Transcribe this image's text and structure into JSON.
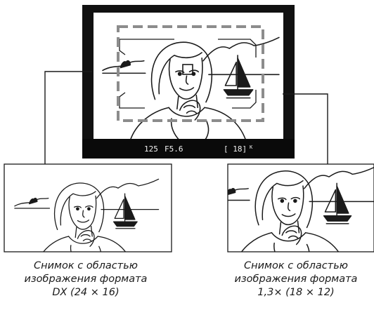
{
  "viewfinder": {
    "readout_shutter": "125",
    "readout_aperture": "F5.6",
    "readout_frames": "[ 18]",
    "readout_k": "K"
  },
  "captions": {
    "left": {
      "line1": "Снимок с областью",
      "line2": "изображения формата",
      "line3": "DX (24 × 16)"
    },
    "right": {
      "line1": "Снимок с областью",
      "line2": "изображения формата",
      "line3": "1,3× (18 × 12)"
    }
  },
  "colors": {
    "viewfinder_frame": "#111111",
    "readout_bar": "#0a0a0a",
    "readout_text": "#f2f2f2",
    "crop_dashes": "#8c8c8c",
    "line_art": "#1a1a1a"
  }
}
